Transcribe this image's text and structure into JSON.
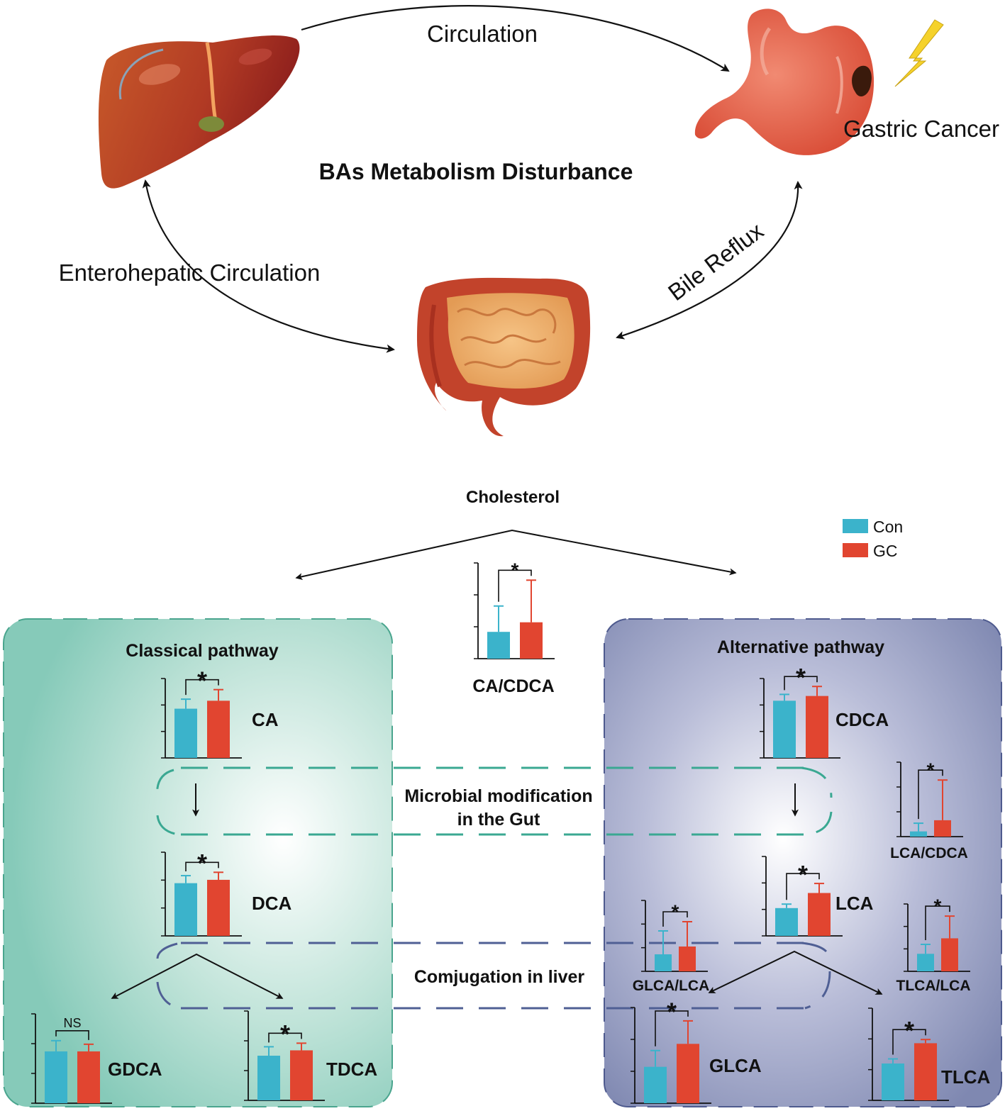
{
  "title": "BAs Metabolism Disturbance",
  "top_labels": {
    "circulation": "Circulation",
    "gastric_cancer": "Gastric Cancer",
    "enterohepatic": "Enterohepatic Circulation",
    "bile_reflux": "Bile Reflux"
  },
  "cholesterol": "Cholesterol",
  "legend": [
    {
      "label": "Con",
      "color": "#3bb3cb"
    },
    {
      "label": "GC",
      "color": "#e14530"
    }
  ],
  "pathways": {
    "classical": "Classical pathway",
    "alternative": "Alternative pathway"
  },
  "middle_labels": {
    "microbial_1": "Microbial modification",
    "microbial_2": "in the Gut",
    "conjugation": "Comjugation in liver"
  },
  "colors": {
    "con": "#3bb3cb",
    "gc": "#e14530",
    "classical_bg": "#8ecfc0",
    "alternative_bg": "#8890b8"
  },
  "charts": {
    "ca_cdca": {
      "label": "CA/CDCA",
      "sig": "*",
      "con": 0.28,
      "con_err": 0.55,
      "gc": 0.38,
      "gc_err": 0.82
    },
    "ca": {
      "label": "CA",
      "sig": "*",
      "con": 0.62,
      "con_err": 0.74,
      "gc": 0.72,
      "gc_err": 0.86
    },
    "dca": {
      "label": "DCA",
      "sig": "*",
      "con": 0.63,
      "con_err": 0.72,
      "gc": 0.67,
      "gc_err": 0.76
    },
    "gdca": {
      "label": "GDCA",
      "sig": "NS",
      "con": 0.58,
      "con_err": 0.7,
      "gc": 0.58,
      "gc_err": 0.66
    },
    "tdca": {
      "label": "TDCA",
      "sig": "*",
      "con": 0.5,
      "con_err": 0.6,
      "gc": 0.56,
      "gc_err": 0.64
    },
    "cdca": {
      "label": "CDCA",
      "sig": "*",
      "con": 0.72,
      "con_err": 0.8,
      "gc": 0.78,
      "gc_err": 0.9
    },
    "lca_cdca": {
      "label": "LCA/CDCA",
      "sig": "*",
      "con": 0.07,
      "con_err": 0.18,
      "gc": 0.22,
      "gc_err": 0.76
    },
    "lca": {
      "label": "LCA",
      "sig": "*",
      "con": 0.35,
      "con_err": 0.4,
      "gc": 0.54,
      "gc_err": 0.66
    },
    "glca_lca": {
      "label": "GLCA/LCA",
      "sig": "*",
      "con": 0.24,
      "con_err": 0.57,
      "gc": 0.35,
      "gc_err": 0.7
    },
    "tlca_lca": {
      "label": "TLCA/LCA",
      "sig": "*",
      "con": 0.26,
      "con_err": 0.4,
      "gc": 0.49,
      "gc_err": 0.82
    },
    "glca": {
      "label": "GLCA",
      "sig": "*",
      "con": 0.38,
      "con_err": 0.55,
      "gc": 0.62,
      "gc_err": 0.86
    },
    "tlca": {
      "label": "TLCA",
      "sig": "*",
      "con": 0.4,
      "con_err": 0.45,
      "gc": 0.62,
      "gc_err": 0.66
    }
  }
}
